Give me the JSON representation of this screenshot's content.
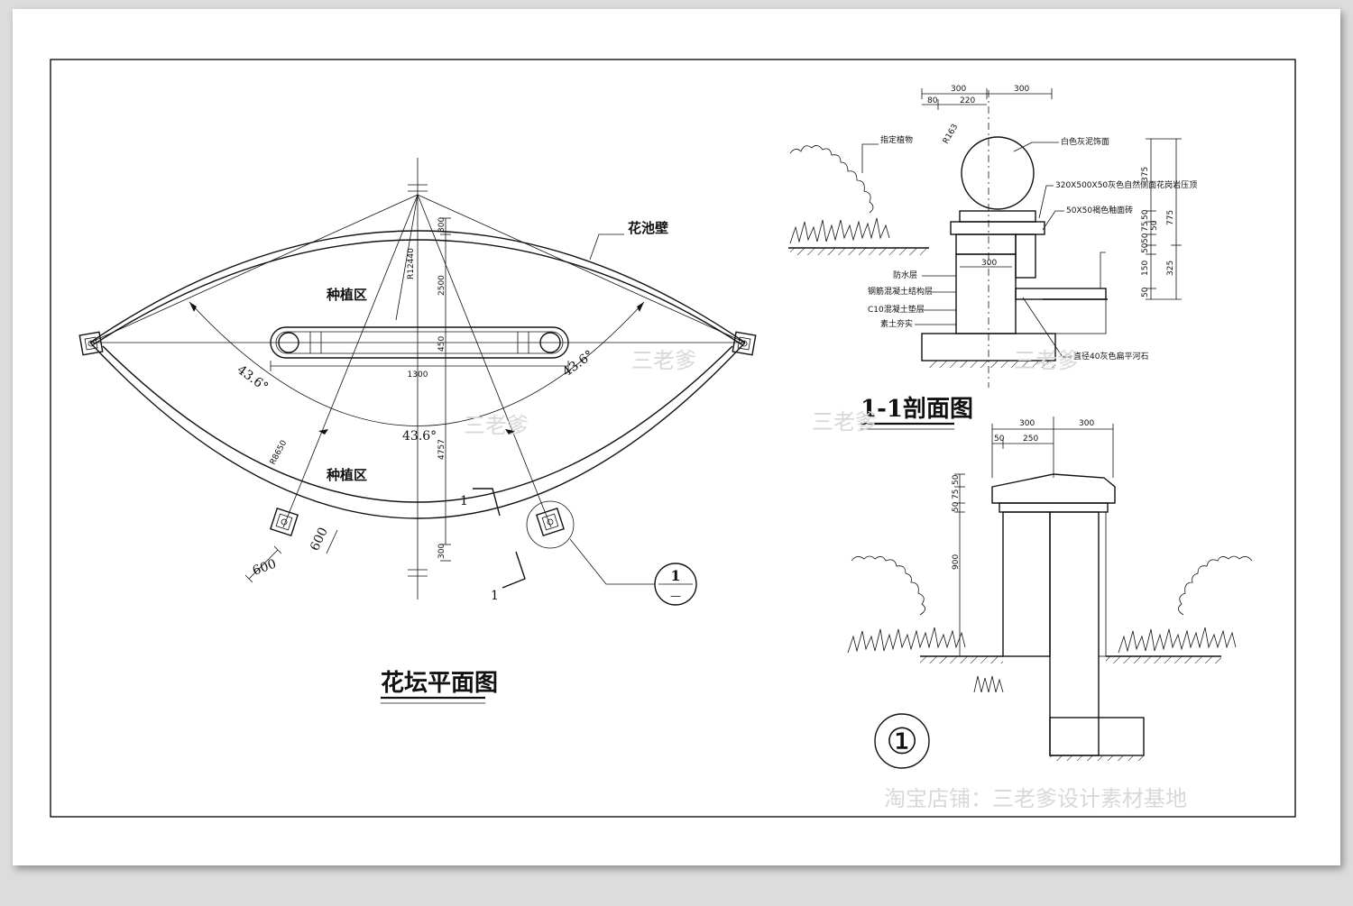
{
  "plan": {
    "title": "花坛平面图",
    "wall_label": "花池壁",
    "zone_top": "种植区",
    "zone_bottom": "种植区",
    "angle_left": "43.6°",
    "angle_right": "43.6°",
    "angle_center": "43.6°",
    "dim_r_outer": "R12440",
    "dim_r_inner": "R8650",
    "dim_300_top": "300",
    "dim_2500": "2500",
    "dim_450": "450",
    "dim_1300": "1300",
    "dim_4757": "4757",
    "dim_300_bottom": "300",
    "dim_600_a": "600",
    "dim_600_b": "600",
    "cut_mark_top": "1",
    "cut_mark_bottom": "1",
    "detail_ref_top": "1",
    "detail_ref_bottom": "—"
  },
  "section": {
    "title": "1-1剖面图",
    "dim_300_l": "300",
    "dim_300_r": "300",
    "dim_80": "80",
    "dim_220": "220",
    "dim_r": "R163",
    "label_plants": "指定植物",
    "label_ball": "白色灰泥饰面",
    "label_cap": "320X500X50灰色自然侧面花岗岩压顶",
    "label_brick": "50X50褐色釉面砖",
    "label_waterproof": "防水层",
    "label_rc": "钢筋混凝土结构层",
    "label_c10": "C10混凝土垫层",
    "label_soil": "素土夯实",
    "label_pebble": "直径40灰色扁平河石",
    "dim_v_375": "375",
    "dim_v_775": "775",
    "dim_v_50a": "50",
    "dim_v_50b": "50",
    "dim_v_75": "75",
    "dim_v_50c": "50",
    "dim_v_50d": "50",
    "dim_v_325": "325",
    "dim_v_150": "150",
    "dim_v_50e": "50",
    "dim_inner_300": "300"
  },
  "detail": {
    "symbol": "①",
    "dim_300_l": "300",
    "dim_300_r": "300",
    "dim_50": "50",
    "dim_250": "250",
    "dim_v_50a": "50",
    "dim_v_75": "75",
    "dim_v_50b": "50",
    "dim_v_900": "900"
  },
  "watermark": {
    "shop": "淘宝店铺：三老爹设计素材基地",
    "brand1": "三老爹",
    "brand2": "三老爹",
    "brand3": "三老爹",
    "brand4": "三老爹"
  }
}
